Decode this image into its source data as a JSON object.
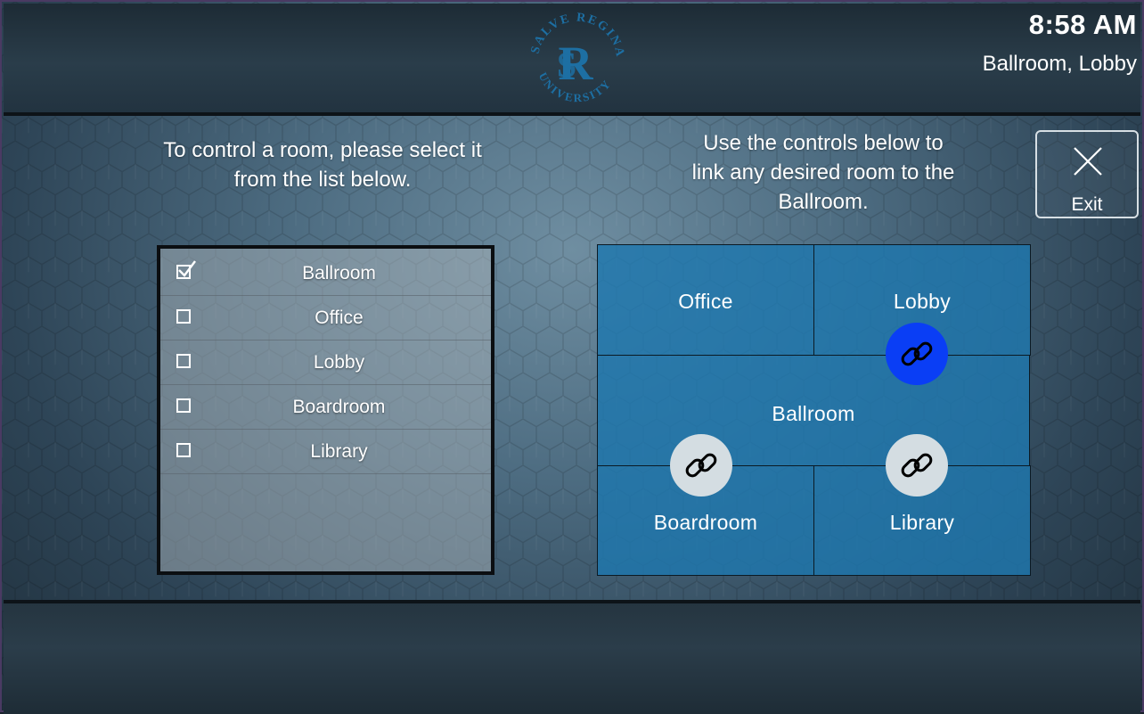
{
  "header": {
    "logo_text": "SALVE REGINA UNIVERSITY",
    "time": "8:58 AM",
    "active_rooms": "Ballroom, Lobby"
  },
  "instructions": {
    "left_line1": "To control a room, please select it",
    "left_line2": "from the list below.",
    "right_line1": "Use the controls below to",
    "right_line2": "link any desired room to the",
    "right_line3": "Ballroom."
  },
  "exit": {
    "label": "Exit"
  },
  "room_list": [
    {
      "label": "Ballroom",
      "checked": true
    },
    {
      "label": "Office",
      "checked": false
    },
    {
      "label": "Lobby",
      "checked": false
    },
    {
      "label": "Boardroom",
      "checked": false
    },
    {
      "label": "Library",
      "checked": false
    }
  ],
  "link_grid": {
    "office": "Office",
    "lobby": "Lobby",
    "ballroom": "Ballroom",
    "boardroom": "Boardroom",
    "library": "Library",
    "links": [
      {
        "room": "Lobby",
        "linked": true
      },
      {
        "room": "Boardroom",
        "linked": false
      },
      {
        "room": "Library",
        "linked": false
      }
    ]
  },
  "colors": {
    "link_active": "#0a3ef5",
    "link_inactive": "#d4dde2",
    "cell_blue": "#1e78af",
    "logo_blue": "#1d6fa3"
  }
}
